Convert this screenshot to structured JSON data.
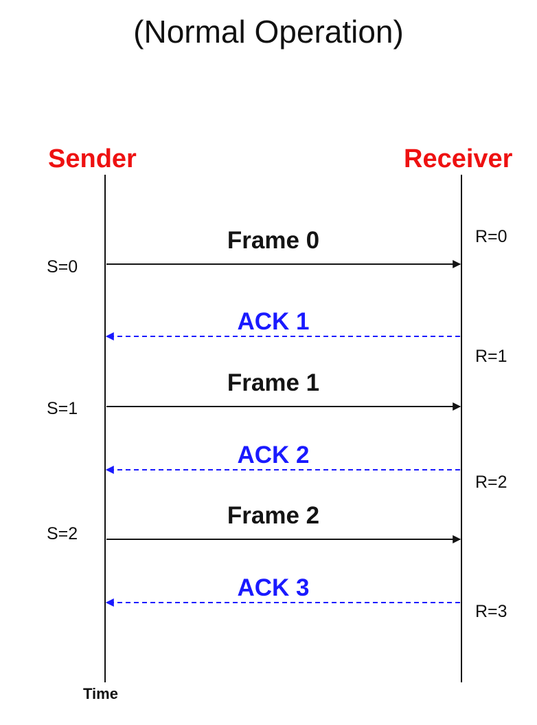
{
  "title": "(Normal Operation)",
  "actors": {
    "sender": "Sender",
    "receiver": "Receiver"
  },
  "time_label": "Time",
  "messages": [
    {
      "label": "Frame 0",
      "kind": "frame"
    },
    {
      "label": "ACK 1",
      "kind": "ack"
    },
    {
      "label": "Frame 1",
      "kind": "frame"
    },
    {
      "label": "ACK 2",
      "kind": "ack"
    },
    {
      "label": "Frame 2",
      "kind": "frame"
    },
    {
      "label": "ACK 3",
      "kind": "ack"
    }
  ],
  "sender_states": [
    "S=0",
    "S=1",
    "S=2"
  ],
  "receiver_states": [
    "R=0",
    "R=1",
    "R=2",
    "R=3"
  ],
  "colors": {
    "actor": "#ee1111",
    "frame": "#141414",
    "ack": "#1a1aff"
  }
}
